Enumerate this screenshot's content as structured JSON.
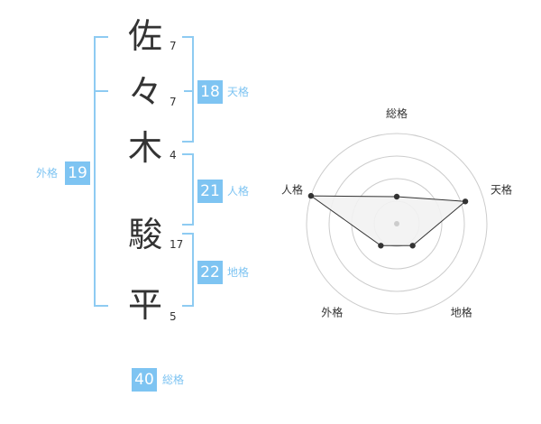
{
  "name": {
    "chars": [
      {
        "char": "佐",
        "strokes": "7"
      },
      {
        "char": "々",
        "strokes": "7"
      },
      {
        "char": "木",
        "strokes": "4"
      },
      {
        "char": "駿",
        "strokes": "17"
      },
      {
        "char": "平",
        "strokes": "5"
      }
    ]
  },
  "fortunes": {
    "tenkaku": {
      "value": "18",
      "label": "天格"
    },
    "jinkaku": {
      "value": "21",
      "label": "人格"
    },
    "chikaku": {
      "value": "22",
      "label": "地格"
    },
    "gaikaku": {
      "value": "19",
      "label": "外格"
    },
    "soukaku": {
      "value": "40",
      "label": "総格"
    }
  },
  "chart_data": {
    "type": "radar",
    "axes": [
      "総格",
      "天格",
      "地格",
      "外格",
      "人格"
    ],
    "values": [
      0.3,
      0.8,
      0.3,
      0.3,
      1.0
    ],
    "range": [
      0,
      1
    ],
    "rings": 4,
    "colors": {
      "fill": "#f2f2f2",
      "line": "#333333",
      "grid": "#cccccc",
      "center": "#cccccc"
    }
  },
  "colors": {
    "accent": "#7ec4f2",
    "bracket": "#8ecbf2",
    "text": "#333333"
  }
}
